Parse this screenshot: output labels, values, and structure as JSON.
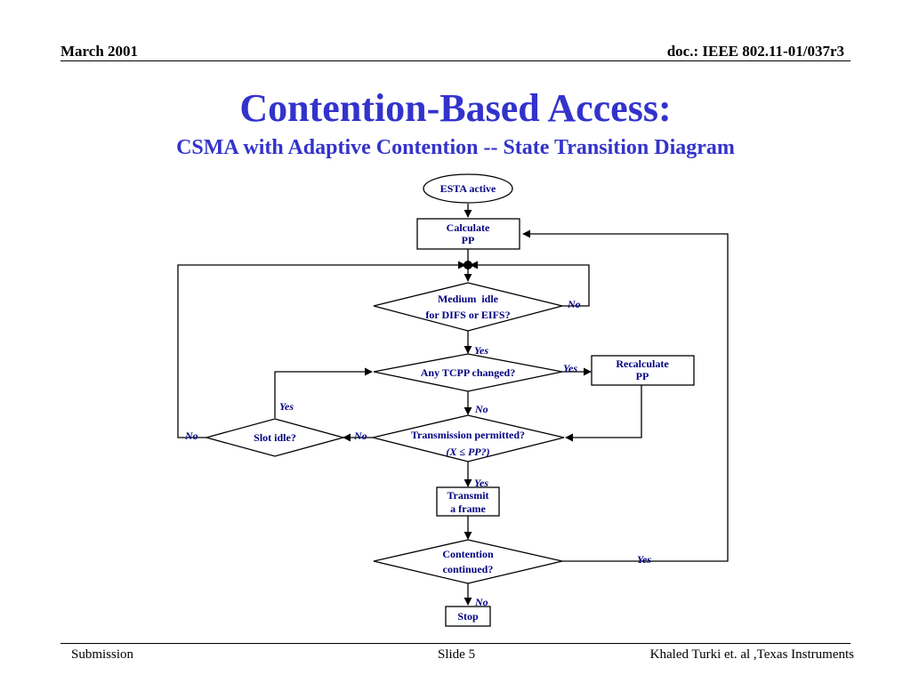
{
  "header": {
    "date": "March 2001",
    "doc_id": "doc.: IEEE 802.11-01/037r3"
  },
  "slide": {
    "title": "Contention-Based Access:",
    "subtitle": "CSMA with Adaptive Contention -- State Transition Diagram"
  },
  "diagram": {
    "nodes": {
      "esta_active": "ESTA active",
      "calculate_pp": [
        "Calculate",
        "PP"
      ],
      "medium_idle": [
        "Medium  idle",
        "for DIFS or EIFS?"
      ],
      "any_tcpp": "Any TCPP changed?",
      "recalculate_pp": [
        "Recalculate",
        "PP"
      ],
      "transmission_permitted": [
        "Transmission permitted?",
        "(X ≤ PP?)"
      ],
      "slot_idle": "Slot idle?",
      "transmit_frame": [
        "Transmit",
        "a frame"
      ],
      "contention_continued": [
        "Contention",
        "continued?"
      ],
      "stop": "Stop"
    },
    "edge_labels": {
      "medium_idle_no": "No",
      "medium_idle_yes": "Yes",
      "tcpp_yes": "Yes",
      "tcpp_no": "No",
      "slot_idle_yes": "Yes",
      "slot_idle_no": "No",
      "transmission_no": "No",
      "transmission_yes": "Yes",
      "contention_yes": "Yes",
      "contention_no": "No"
    }
  },
  "footer": {
    "left": "Submission",
    "center": "Slide 5",
    "right": "Khaled Turki  et. al ,Texas Instruments"
  }
}
